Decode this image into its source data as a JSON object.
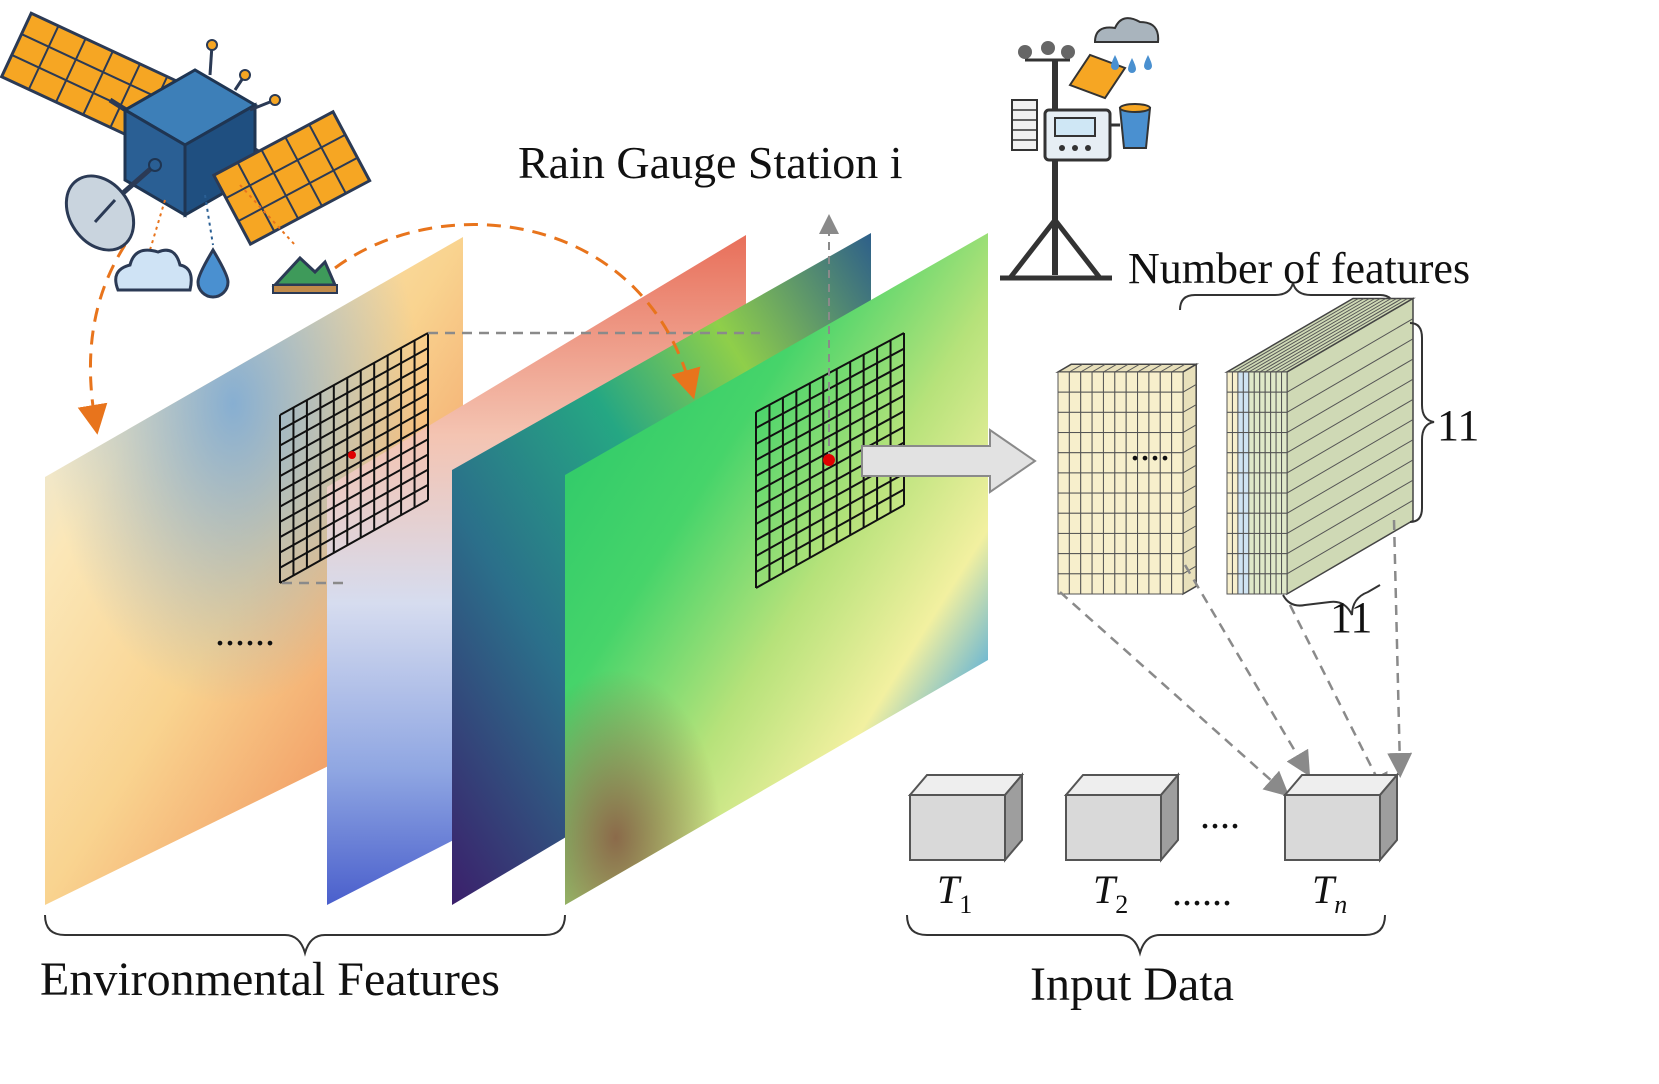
{
  "labels": {
    "station": "Rain Gauge Station i",
    "num_features": "Number of features",
    "grid_height": "11",
    "grid_width": "11",
    "env_features": "Environmental Features",
    "input_data": "Input Data",
    "ellipsis_left": "......",
    "ellipsis_cubes": "....",
    "ellipsis_timesteps": "......",
    "ellipsis_grids": "....",
    "t1_base": "T",
    "t1_sub": "1",
    "t2_base": "T",
    "t2_sub": "2",
    "tn_base": "T",
    "tn_sub": "n"
  },
  "colors": {
    "arrow_orange": "#e8741c",
    "grid_line": "#111111",
    "dash_gray": "#8a8a8a",
    "cube_face": "#d9d9d9",
    "cell_yellow": "#f7efcc",
    "cell_green": "#dfe8c8",
    "cell_blue": "#cfe3f2",
    "panel_blue_gold": "#f8c07a",
    "station_red": "#e00000"
  }
}
